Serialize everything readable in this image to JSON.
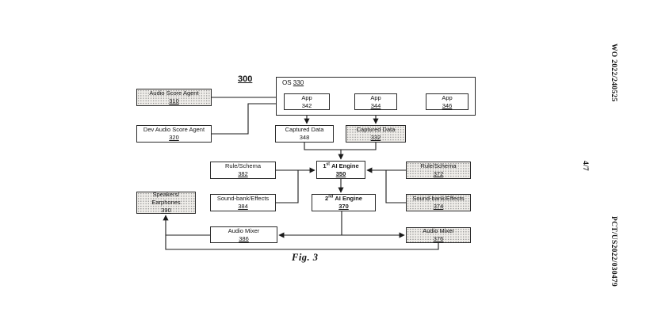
{
  "figure": {
    "diagram_ref": "300",
    "caption": "Fig. 3"
  },
  "margin": {
    "publication_number": "WO 2022/240525",
    "sheet_number": "4/7",
    "application_number": "PCT/US2022/030479"
  },
  "os_group": {
    "label": "OS",
    "num": "330"
  },
  "boxes": {
    "audio_score_agent": {
      "label": "Audio Score Agent",
      "num": "310"
    },
    "dev_audio_score_agent": {
      "label": "Dev Audio Score Agent",
      "num": "320"
    },
    "app_342": {
      "label": "App",
      "num": "342"
    },
    "app_344": {
      "label": "App",
      "num": "344"
    },
    "app_346": {
      "label": "App",
      "num": "346"
    },
    "captured_data_348": {
      "label": "Captured Data",
      "num": "348"
    },
    "captured_data_332": {
      "label": "Captured Data",
      "num": "332"
    },
    "rule_schema_382": {
      "label": "Rule/Schema",
      "num": "382"
    },
    "rule_schema_372": {
      "label": "Rule/Schema",
      "num": "372"
    },
    "ai_engine_1": {
      "ordinal": "1",
      "ordinal_suffix": "st",
      "label": "AI Engine",
      "num": "350"
    },
    "ai_engine_2": {
      "ordinal": "2",
      "ordinal_suffix": "nd",
      "label": "AI Engine",
      "num": "370"
    },
    "sound_bank_384": {
      "label": "Sound-bank/Effects",
      "num": "384"
    },
    "sound_bank_374": {
      "label": "Sound-bank/Effects",
      "num": "374"
    },
    "speakers": {
      "label_line1": "Speakers/",
      "label_line2": "Earphones",
      "num": "390"
    },
    "audio_mixer_386": {
      "label": "Audio Mixer",
      "num": "386"
    },
    "audio_mixer_376": {
      "label": "Audio Mixer",
      "num": "376"
    }
  }
}
